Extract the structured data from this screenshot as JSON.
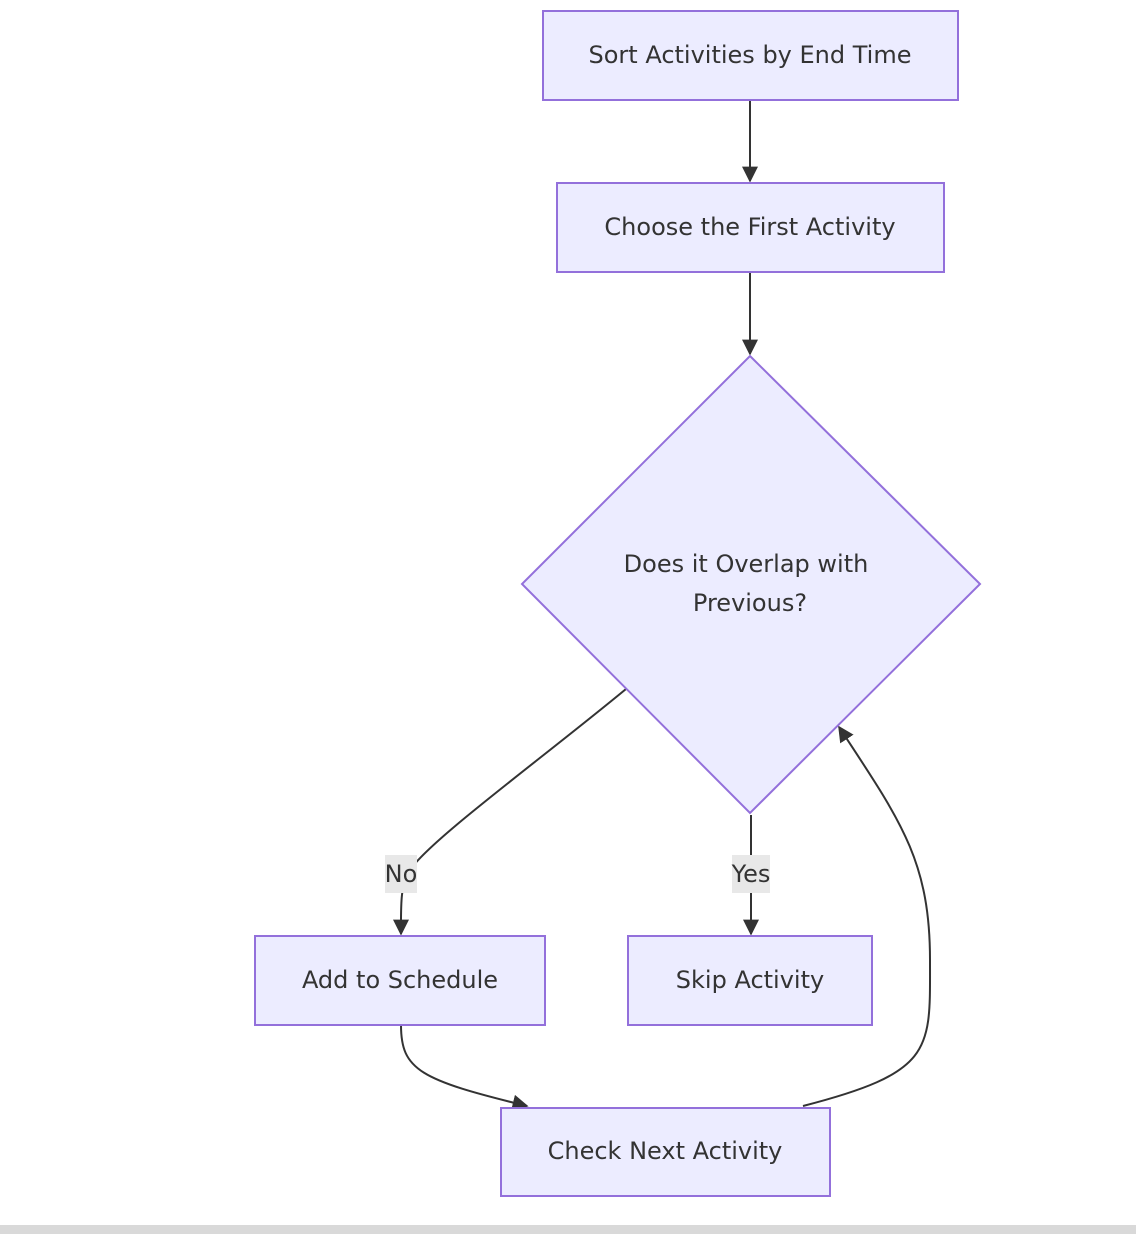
{
  "diagram": {
    "type": "flowchart",
    "colors": {
      "node_fill": "#ECECFF",
      "node_stroke": "#9370DB",
      "edge": "#333333",
      "label_bg": "#e8e8e8",
      "text": "#333333"
    },
    "nodes": {
      "sort": "Sort Activities by End Time",
      "choose": "Choose the First Activity",
      "decision_line1": "Does it Overlap with",
      "decision_line2": "Previous?",
      "add": "Add to Schedule",
      "skip": "Skip Activity",
      "check": "Check Next Activity"
    },
    "edge_labels": {
      "no": "No",
      "yes": "Yes"
    }
  }
}
